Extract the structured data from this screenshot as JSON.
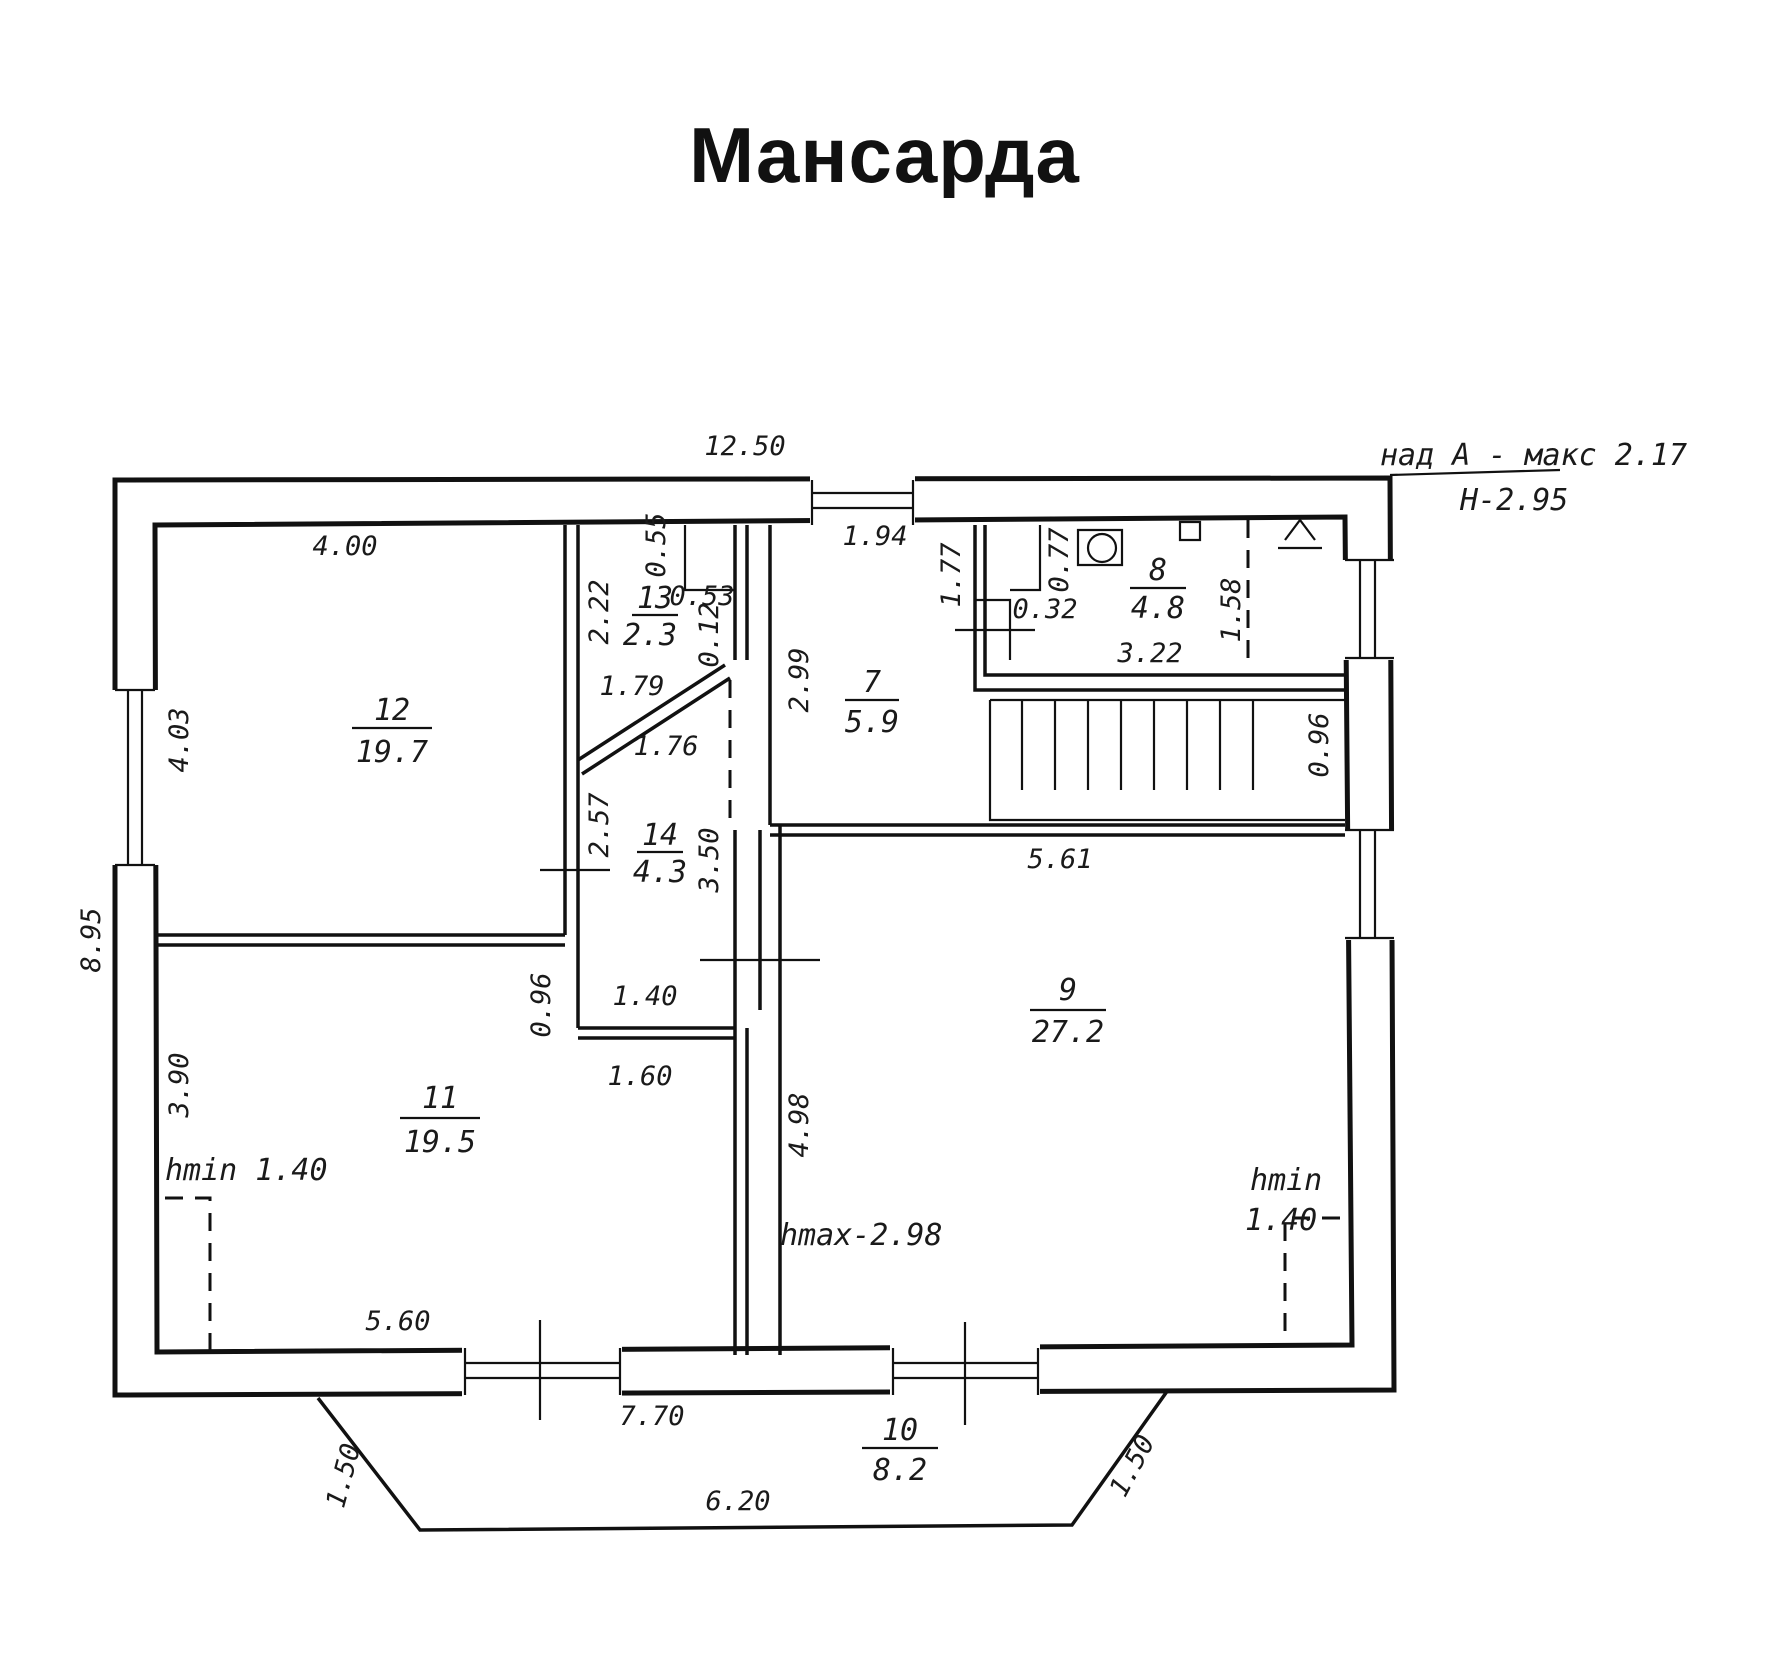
{
  "title": "Мансарда",
  "notes": {
    "top_right_line1": "над А - макс 2.17",
    "top_right_line2": "Н-2.95",
    "hmin_left": "hmin 1.40",
    "hmax": "hmax-2.98",
    "hmin_right_line1": "hmin",
    "hmin_right_line2": "1.40"
  },
  "rooms": [
    {
      "number": "12",
      "area": "19.7"
    },
    {
      "number": "11",
      "area": "19.5"
    },
    {
      "number": "13",
      "area": "2.3"
    },
    {
      "number": "14",
      "area": "4.3"
    },
    {
      "number": "7",
      "area": "5.9"
    },
    {
      "number": "8",
      "area": "4.8"
    },
    {
      "number": "9",
      "area": "27.2"
    },
    {
      "number": "10",
      "area": "8.2"
    }
  ],
  "dimensions": {
    "overall_width": "12.50",
    "overall_depth": "8.95",
    "r12_width": "4.00",
    "r12_depth": "4.03",
    "r11_depth": "3.90",
    "r11_width": "5.60",
    "r13_depth": "2.22",
    "r13_top": "0.55",
    "r13_mid": "0.53",
    "r13_small": "0.12",
    "r13_diag1": "1.79",
    "r13_diag2": "1.76",
    "r14_depth": "2.57",
    "hall_depth": "3.50",
    "r14_width": "1.40",
    "r14_side": "0.96",
    "r14_bottom": "1.60",
    "r7_width": "1.94",
    "r7_depth": "2.99",
    "r8_depth_left": "1.77",
    "r8_small": "0.77",
    "r8_small2": "0.32",
    "r8_depth": "1.58",
    "r8_width": "3.22",
    "stair_depth": "0.96",
    "r9_width": "5.61",
    "r9_depth": "4.98",
    "balcony_length": "7.70",
    "balcony_front": "6.20",
    "balcony_left": "1.50",
    "balcony_right": "1.50"
  }
}
